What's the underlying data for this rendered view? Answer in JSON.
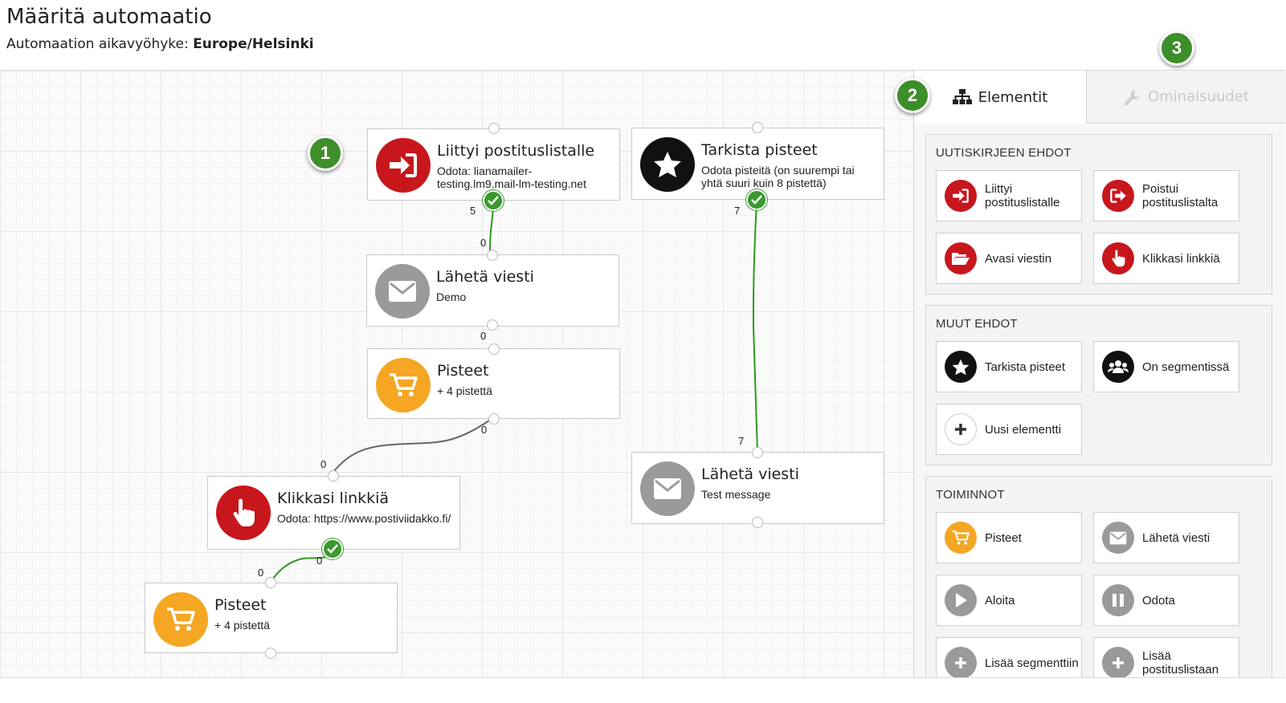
{
  "header": {
    "title": "Määritä automaatio",
    "timezone_label": "Automaation aikavyöhyke:",
    "timezone_value": "Europe/Helsinki"
  },
  "badges": [
    "1",
    "2",
    "3"
  ],
  "colors": {
    "red": "#c8161d",
    "black": "#111111",
    "grey": "#9a9a9a",
    "orange": "#f5a623",
    "green": "#3a9a2f"
  },
  "canvas": {
    "nodes": [
      {
        "id": "liittyi",
        "title": "Liittyi postituslistalle",
        "subtitle": "Odota: lianamailer-testing.lm9.mail-lm-testing.net",
        "icon": "sign-in-icon",
        "color": "red"
      },
      {
        "id": "laheta1",
        "title": "Lähetä viesti",
        "subtitle": "Demo",
        "icon": "envelope-icon",
        "color": "grey"
      },
      {
        "id": "pisteet1",
        "title": "Pisteet",
        "subtitle": "+ 4 pistettä",
        "icon": "cart-icon",
        "color": "orange"
      },
      {
        "id": "klikkasi",
        "title": "Klikkasi linkkiä",
        "subtitle": "Odota: https://www.postiviidakko.fi/",
        "icon": "pointer-icon",
        "color": "red"
      },
      {
        "id": "pisteet2",
        "title": "Pisteet",
        "subtitle": "+ 4 pistettä",
        "icon": "cart-icon",
        "color": "orange"
      },
      {
        "id": "tarkista",
        "title": "Tarkista pisteet",
        "subtitle": "Odota pisteitä (on suurempi tai yhtä suuri kuin 8 pistettä)",
        "icon": "star-icon",
        "color": "black"
      },
      {
        "id": "laheta2",
        "title": "Lähetä viesti",
        "subtitle": "Test message",
        "icon": "envelope-icon",
        "color": "grey"
      }
    ],
    "counters": [
      "5",
      "0",
      "0",
      "0",
      "0",
      "0",
      "0",
      "7",
      "7"
    ]
  },
  "panel": {
    "tabs": [
      {
        "label": "Elementit",
        "icon": "sitemap-icon",
        "active": true
      },
      {
        "label": "Ominaisuudet",
        "icon": "wrench-icon",
        "active": false
      }
    ],
    "sections": [
      {
        "heading": "UUTISKIRJEEN EHDOT",
        "items": [
          {
            "label": "Liittyi postituslistalle",
            "icon": "sign-in-icon",
            "color": "red"
          },
          {
            "label": "Poistui postituslistalta",
            "icon": "sign-out-icon",
            "color": "red"
          },
          {
            "label": "Avasi viestin",
            "icon": "folder-open-icon",
            "color": "red"
          },
          {
            "label": "Klikkasi linkkiä",
            "icon": "pointer-icon",
            "color": "red"
          }
        ]
      },
      {
        "heading": "MUUT EHDOT",
        "items": [
          {
            "label": "Tarkista pisteet",
            "icon": "star-icon",
            "color": "black"
          },
          {
            "label": "On segmentissä",
            "icon": "users-icon",
            "color": "black"
          },
          {
            "label": "Uusi elementti",
            "icon": "plus-icon",
            "color": "white"
          }
        ]
      },
      {
        "heading": "TOIMINNOT",
        "items": [
          {
            "label": "Pisteet",
            "icon": "cart-icon",
            "color": "orange"
          },
          {
            "label": "Lähetä viesti",
            "icon": "envelope-icon",
            "color": "grey"
          },
          {
            "label": "Aloita",
            "icon": "play-icon",
            "color": "grey"
          },
          {
            "label": "Odota",
            "icon": "pause-icon",
            "color": "grey"
          },
          {
            "label": "Lisää segmenttiin",
            "icon": "plus-icon",
            "color": "grey"
          },
          {
            "label": "Lisää postituslistaan",
            "icon": "plus-icon",
            "color": "grey"
          }
        ]
      }
    ]
  }
}
